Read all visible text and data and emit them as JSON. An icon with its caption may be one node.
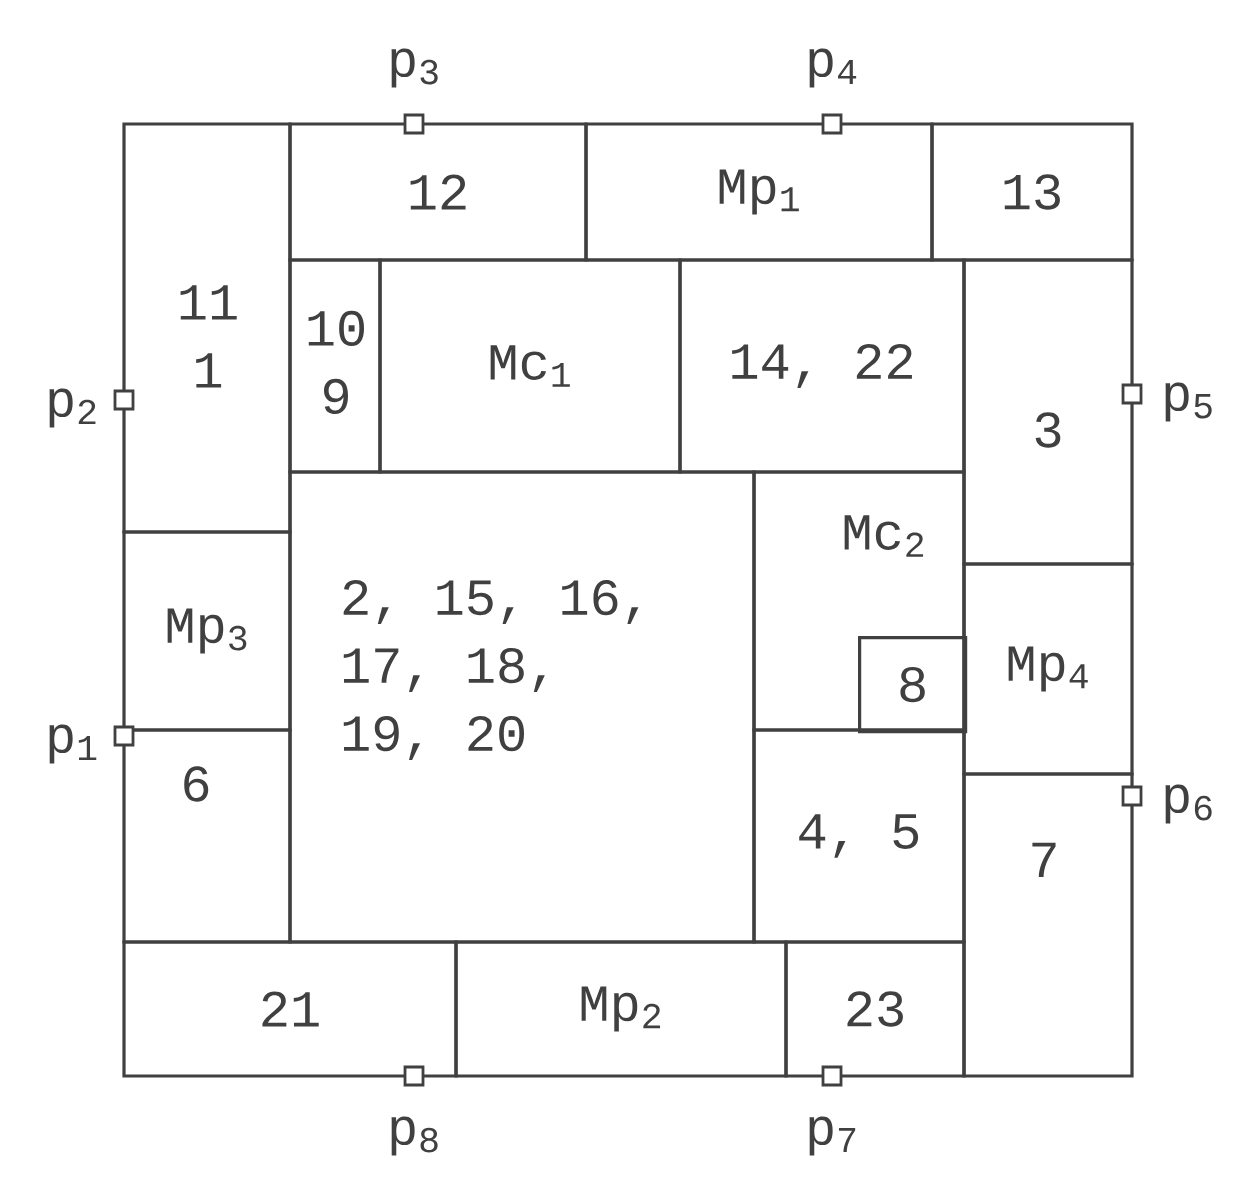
{
  "diagram": {
    "nodes": [
      {
        "text": [
          "12"
        ]
      },
      {
        "text": [
          "Mp$_{1}$"
        ]
      },
      {
        "text": [
          "13"
        ]
      },
      {
        "text": [
          "11",
          "1"
        ]
      },
      {
        "text": [
          "10",
          "9"
        ]
      },
      {
        "text": [
          "Mc$_{1}$"
        ]
      },
      {
        "text": [
          "14, 22"
        ]
      },
      {
        "text": [
          "3"
        ]
      },
      {
        "text": [
          "Mp$_{3}$"
        ]
      },
      {
        "text": [
          "2, 15, 16, 17, 18, 19, 20"
        ]
      },
      {
        "text": [
          "Mc$_{2}$"
        ]
      },
      {
        "text": [
          "8"
        ],
        "in": 10
      },
      {
        "text": [
          "Mp$_{4}$"
        ]
      },
      {
        "text": [
          "6"
        ]
      },
      {
        "text": [
          "4, 5"
        ]
      },
      {
        "text": [
          "7"
        ]
      },
      {
        "text": [
          "21"
        ]
      },
      {
        "text": [
          "Mp$_{2}$"
        ]
      },
      {
        "text": [
          "23"
        ]
      },
      {
        "text": [
          "p$_{3}$"
        ]
      },
      {
        "text": [
          "p$_{4}$"
        ]
      },
      {
        "text": [
          "p$_{2}$"
        ]
      },
      {
        "text": [
          "p$_{5}$"
        ]
      },
      {
        "text": [
          "p$_{1}$"
        ]
      },
      {
        "text": [
          "p$_{6}$"
        ]
      },
      {
        "text": [
          "p$_{8}$"
        ]
      },
      {
        "text": [
          "p$_{7}$"
        ]
      }
    ],
    "edges": []
  }
}
